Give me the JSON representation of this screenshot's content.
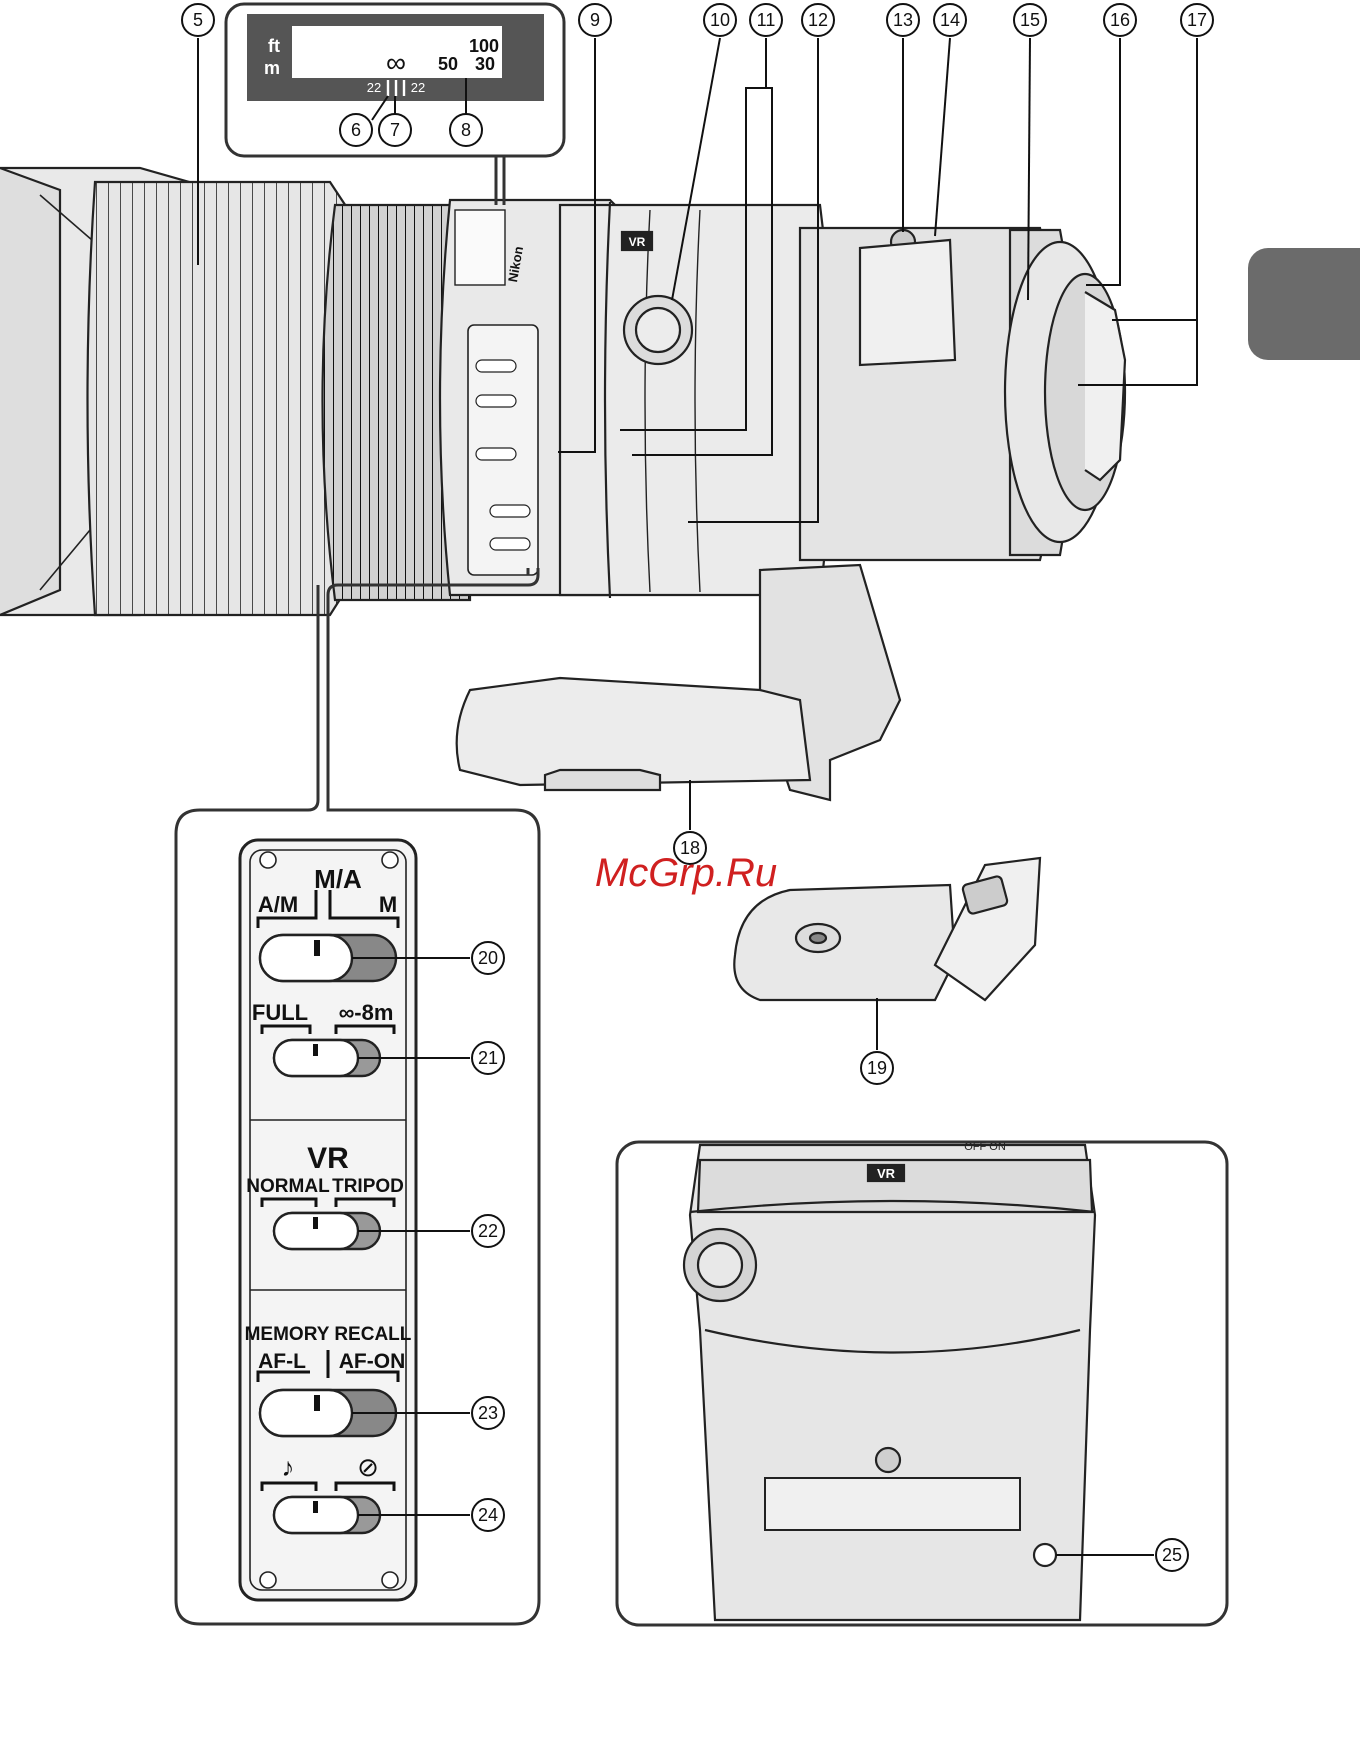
{
  "diagram": {
    "callouts": [
      {
        "id": "c5",
        "label": "5"
      },
      {
        "id": "c6",
        "label": "6"
      },
      {
        "id": "c7",
        "label": "7"
      },
      {
        "id": "c8",
        "label": "8"
      },
      {
        "id": "c9",
        "label": "9"
      },
      {
        "id": "c10",
        "label": "10"
      },
      {
        "id": "c11",
        "label": "11"
      },
      {
        "id": "c12",
        "label": "12"
      },
      {
        "id": "c13",
        "label": "13"
      },
      {
        "id": "c14",
        "label": "14"
      },
      {
        "id": "c15",
        "label": "15"
      },
      {
        "id": "c16",
        "label": "16"
      },
      {
        "id": "c17",
        "label": "17"
      },
      {
        "id": "c18",
        "label": "18"
      },
      {
        "id": "c19",
        "label": "19"
      },
      {
        "id": "c20",
        "label": "20"
      },
      {
        "id": "c21",
        "label": "21"
      },
      {
        "id": "c22",
        "label": "22"
      },
      {
        "id": "c23",
        "label": "23"
      },
      {
        "id": "c24",
        "label": "24"
      },
      {
        "id": "c25",
        "label": "25"
      }
    ],
    "distance_window": {
      "unit_ft": "ft",
      "unit_m": "m",
      "infinity": "∞",
      "ft_value": "100",
      "m_value_1": "50",
      "m_value_2": "30",
      "dof_left": "22",
      "dof_right": "22"
    },
    "switch_panel": {
      "focus_mode": {
        "center": "M/A",
        "left": "A/M",
        "right": "M"
      },
      "focus_limit": {
        "left": "FULL",
        "right": "∞-8m"
      },
      "vr": {
        "title": "VR",
        "left": "NORMAL",
        "right": "TRIPOD"
      },
      "memory": {
        "title": "MEMORY RECALL",
        "left": "AF-L",
        "right": "AF-ON"
      },
      "beep": {
        "left": "♪",
        "right": "⊘"
      }
    },
    "lens_markings": {
      "vr_badge": "VR",
      "brand": "Nikon",
      "off_on": "OFF ON"
    },
    "watermark": "McGrp.Ru"
  }
}
